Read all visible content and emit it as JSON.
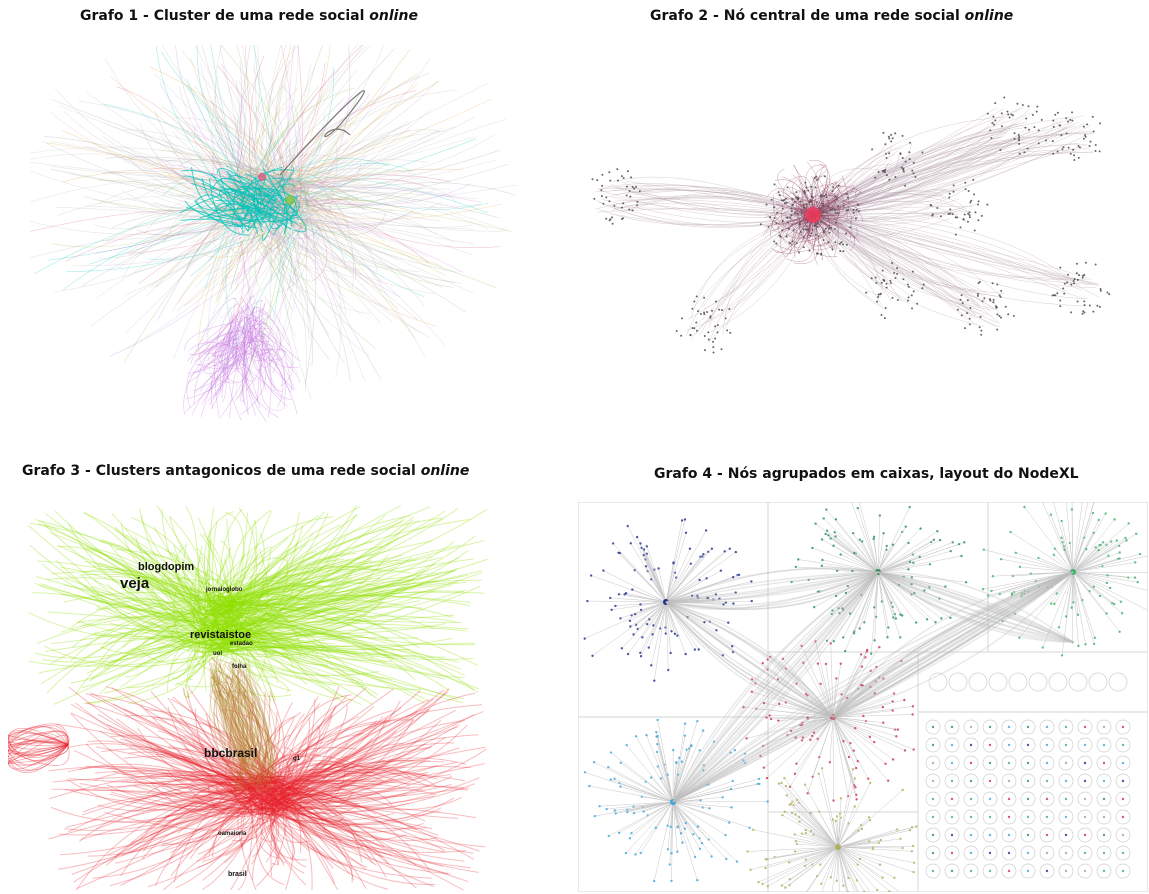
{
  "graphs": [
    {
      "id": "grafo1",
      "title_main": "Grafo 1 - Cluster  de uma rede social ",
      "title_em": "online",
      "colors": [
        "#00c2b8",
        "#e0a33a",
        "#c878e0",
        "#7fc041",
        "#9a9a9a",
        "#e05a7a"
      ]
    },
    {
      "id": "grafo2",
      "title_main": "Grafo 2 - Nó central de uma rede social ",
      "title_em": "online",
      "colors": [
        "#f03a5a",
        "#555555",
        "#b9a6b0"
      ]
    },
    {
      "id": "grafo3",
      "title_main": "Grafo 3 - Clusters antagonicos de uma rede social ",
      "title_em": "online",
      "colors": [
        "#8fe000",
        "#e8202c"
      ],
      "labels": [
        "veja",
        "blogdopim",
        "revistaistoe",
        "bbcbrasil",
        "jornaloglobo",
        "estadao",
        "folha",
        "uol",
        "g1",
        "oamaioria",
        "brasil"
      ]
    },
    {
      "id": "grafo4",
      "title_main": "Grafo 4 - Nós agrupados em caixas, layout do NodeXL",
      "title_em": "",
      "colors": [
        "#1f2f8f",
        "#3da5d9",
        "#2c8f5a",
        "#3cb26a",
        "#d0304c",
        "#a0a0a0"
      ]
    }
  ]
}
